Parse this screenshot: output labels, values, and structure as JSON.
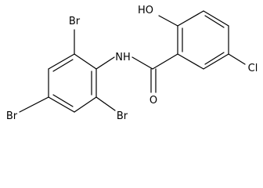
{
  "molecule": {
    "atom_labels": {
      "hydroxyl": "HO",
      "amide_nitrogen": "NH",
      "carbonyl_oxygen": "O",
      "chlorine": "Cl",
      "bromine_top": "Br",
      "bromine_left": "Br",
      "bromine_bottom": "Br"
    }
  }
}
